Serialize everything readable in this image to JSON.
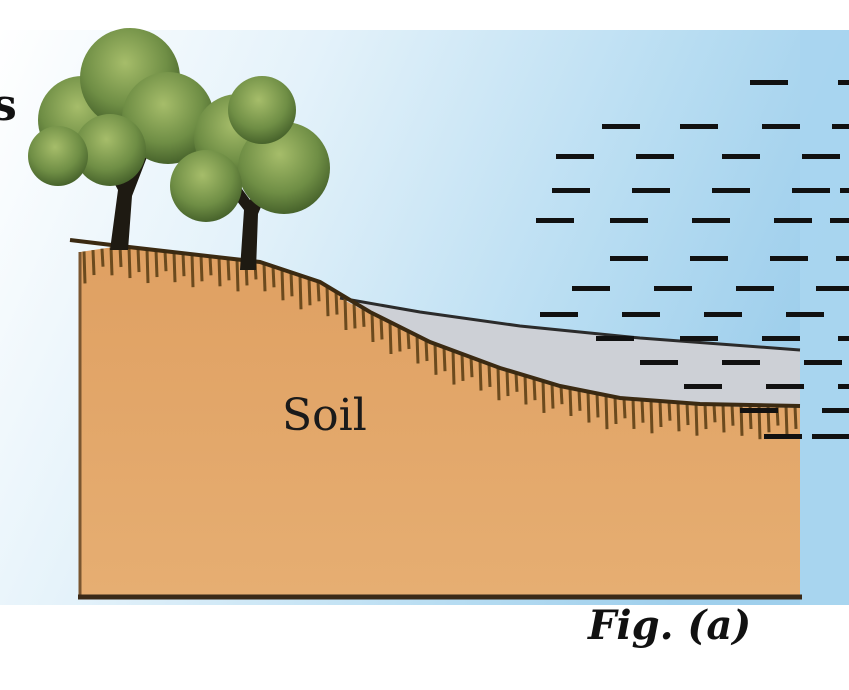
{
  "diagram": {
    "cut_label": "s",
    "soil_label": "Soil",
    "caption": "Fig. (a)"
  },
  "colors": {
    "sky_light": "#eaf5fb",
    "sky_blue": "#a8d4ee",
    "soil": "#e3a868",
    "soil_shadow": "#c98a4e",
    "roots": "#6b4a1e",
    "water_surface": "#c9ccd3",
    "foliage": "#6f8e45",
    "trunk": "#1e1a12",
    "wind_dash": "#111111"
  }
}
